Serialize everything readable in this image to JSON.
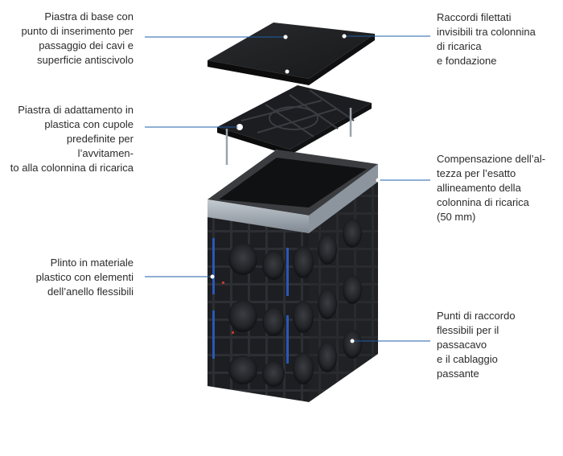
{
  "labels": {
    "base_plate": "Piastra di base con\npunto di inserimento per\npassaggio dei cavi e\nsuperficie antiscivolo",
    "adapter_plate": "Piastra di adattamento in\nplastica con cupole\npredefinite per l’avvitamen-\nto alla colonnina di ricarica",
    "foundation_block": "Plinto in materiale\nplastico con elementi\ndell’anello flessibili",
    "threaded_fittings": "Raccordi filettati\ninvisibili tra colonnina\ndi ricarica\ne fondazione",
    "height_compensation": "Compensazione dell’al-\ntezza per l’esatto\nallineamento della\ncolonnina di ricarica\n(50 mm)",
    "cable_entry": "Punti di raccordo\nflessibili per il\npassacavo\ne il cablaggio\npassante"
  },
  "colors": {
    "leader_line": "#1f5fa8",
    "product_dark": "#1b1b1d",
    "metal_band": "#9aa3ad",
    "seal_blue": "#2a58b8"
  }
}
